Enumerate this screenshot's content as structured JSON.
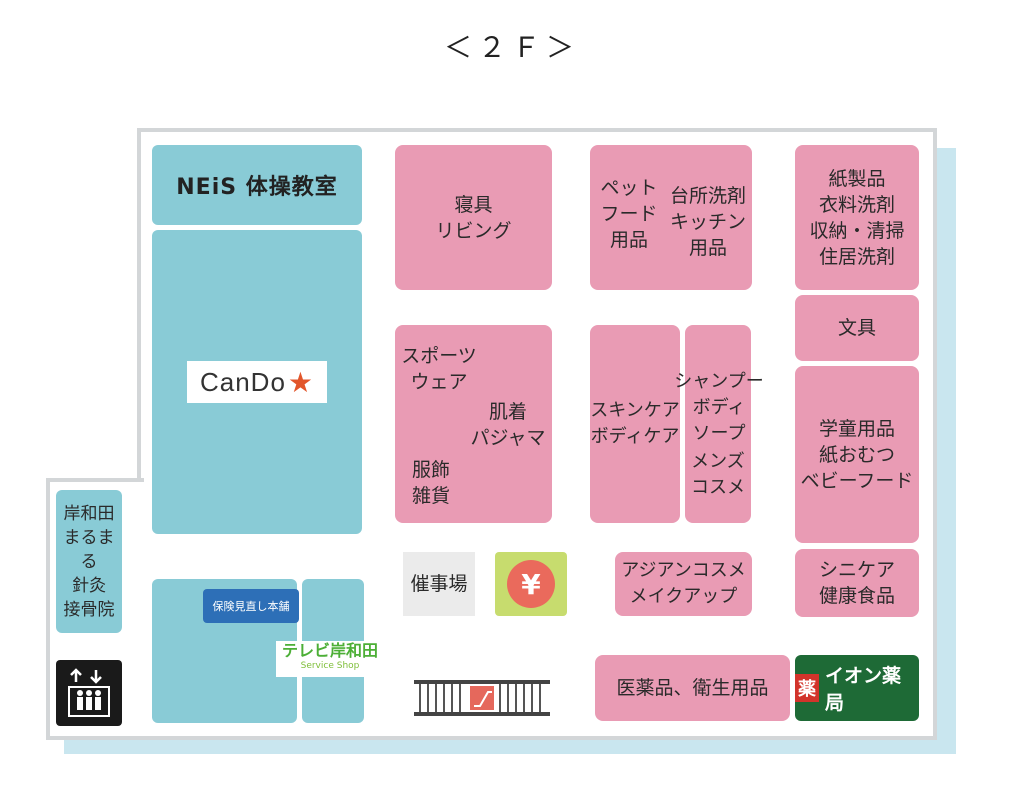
{
  "floor_title": "＜２Ｆ＞",
  "stores": {
    "neis": "NEiS 体操教室",
    "cando": "CanDo",
    "cando_star": "★",
    "kishiwada_clinic": "岸和田\nまるまる\n針灸\n接骨院",
    "hoken": "保険見直し本舗",
    "tv_kishiwada": "テレビ岸和田",
    "tv_service": "Service Shop",
    "sleep": "寝具\nリビング",
    "pet": "ペット\nフード\n用品",
    "kitchen": "台所洗剤\nキッチン\n用品",
    "paper": "紙製品\n衣料洗剤\n収納・清掃\n住居洗剤",
    "stationery": "文具",
    "sportswear": "スポーツ\nウェア",
    "underwear": "肌着\nパジャマ",
    "clothing": "服飾\n雑貨",
    "skincare": "スキンケア\nボディケア",
    "shampoo": "シャンプー\nボディ\nソープ",
    "mens": "メンズ\nコスメ",
    "school": "学童用品\n紙おむつ\nベビーフード",
    "event": "催事場",
    "atm": "¥",
    "asian": "アジアンコスメ\nメイクアップ",
    "senior": "シニケア\n健康食品",
    "medicine": "医薬品、衛生用品",
    "aeon_badge": "薬",
    "aeon": "イオン薬局"
  },
  "icons": {
    "elevator": "elevator-icon",
    "escalator": "escalator-icon"
  },
  "colors": {
    "teal": "#89cbd6",
    "pink": "#e99bb4",
    "aeon_green": "#1e6a36",
    "atm_green": "#c7dc6e",
    "atm_red": "#ea6a5c"
  }
}
